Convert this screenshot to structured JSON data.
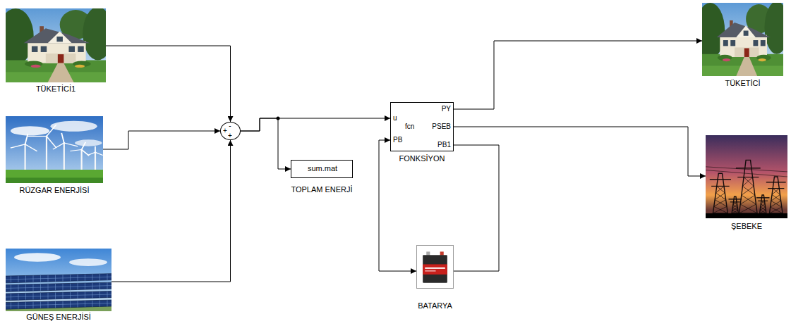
{
  "diagram": {
    "nodes": [
      {
        "text": [
          "TÜKETİCİ1"
        ]
      },
      {
        "text": [
          "RÜZGAR ENERJİSİ"
        ]
      },
      {
        "text": [
          "GÜNEŞ ENERJİSİ"
        ]
      },
      {
        "text": [
          "-",
          "+",
          "+"
        ]
      },
      {
        "text": [
          "sum.mat",
          "TOPLAM ENERJİ"
        ]
      },
      {
        "text": [
          "u",
          "PB",
          "PY",
          "fcn",
          "PSEB",
          "PB1",
          "FONKSİYON"
        ]
      },
      {
        "text": [
          "TÜKETİCİ"
        ]
      },
      {
        "text": [
          "ŞEBEKE"
        ]
      },
      {
        "text": [
          "BATARYA"
        ]
      }
    ],
    "edges": [
      {
        "from": 0,
        "to": 3,
        "arrow": "to"
      },
      {
        "from": 1,
        "to": 3,
        "arrow": "to"
      },
      {
        "from": 2,
        "to": 3,
        "arrow": "to"
      },
      {
        "from": 3,
        "to": 4,
        "arrow": "to"
      },
      {
        "from": 3,
        "to": 5,
        "arrow": "to"
      },
      {
        "from": 5,
        "to": 6,
        "arrow": "to"
      },
      {
        "from": 5,
        "to": 7,
        "arrow": "to"
      },
      {
        "from": 5,
        "to": 8,
        "arrow": "none"
      },
      {
        "from": 8,
        "to": 5,
        "arrow": "both"
      }
    ]
  }
}
